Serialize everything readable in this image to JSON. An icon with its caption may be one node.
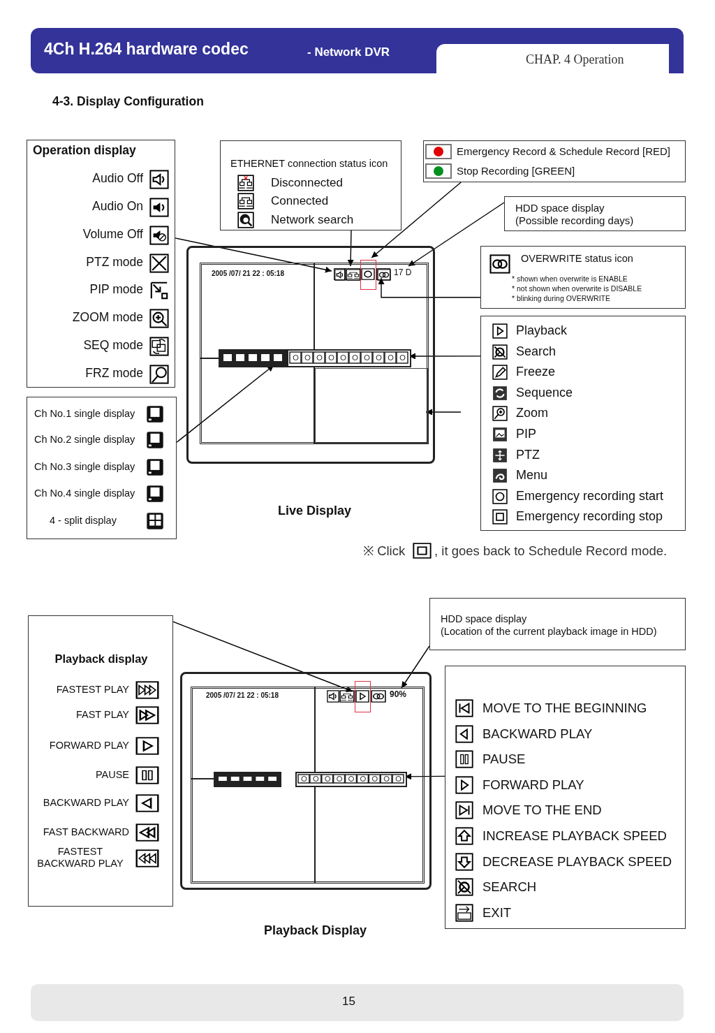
{
  "diagram": {
    "title": "4Ch H.264 hardware codec",
    "nodes": [
      {
        "text": [
          "Operation display",
          "Audio Off",
          "Audio On",
          "Volume Off",
          "PTZ mode",
          "PIP mode",
          "ZOOM mode",
          "SEQ mode",
          "FRZ mode"
        ]
      },
      {
        "text": [
          "Ch No.1 single display",
          "Ch No.2 single display",
          "Ch No.3 single display",
          "Ch No.4 single display",
          "4 - split display"
        ]
      },
      {
        "text": [
          "ETHERNET connection status icon",
          "Disconnected",
          "Connected",
          "Network search"
        ]
      },
      {
        "text": [
          "Emergency Record & Schedule Record [RED]",
          "Stop Recording [GREEN]"
        ]
      },
      {
        "text": [
          "HDD space display",
          "(Possible recording days)"
        ]
      },
      {
        "text": [
          "OVERWRITE status icon",
          "* shown when overwrite is ENABLE",
          "* not shown when overwrite is DISABLE",
          "* blinking during OVERWRITE"
        ]
      },
      {
        "text": [
          "Playback",
          "Search",
          "Freeze",
          "Sequence",
          "Zoom",
          "PIP",
          "PTZ",
          "Menu",
          "Emergency recording start",
          "Emergency recording stop"
        ]
      },
      {
        "text": [
          "2005 /07/ 21   22 : 05:18"
        ],
        "beside": [
          "Live Display"
        ]
      },
      {
        "text": [],
        "shape": "box",
        "in": 7
      },
      {
        "text": [],
        "shape": "box",
        "in": 7
      },
      {
        "text": [],
        "shape": "box",
        "in": 7
      },
      {
        "text": [],
        "shape": "box",
        "in": 7
      },
      {
        "text": [],
        "shape": "box",
        "in": 7
      },
      {
        "text": [
          "17 D"
        ],
        "in": 7
      },
      {
        "text": [],
        "shape": "bar",
        "in": 7
      },
      {
        "text": [],
        "shape": "bar",
        "in": 7
      },
      {
        "text": [
          "Playback display",
          "FASTEST PLAY",
          "FAST PLAY",
          "FORWARD PLAY",
          "PAUSE",
          "BACKWARD PLAY",
          "FAST BACKWARD",
          "FASTEST BACKWARD PLAY"
        ]
      },
      {
        "text": [
          "HDD space display",
          "(Location of the current playback image in HDD)"
        ]
      },
      {
        "text": [
          "MOVE TO THE BEGINNING",
          "BACKWARD PLAY",
          "PAUSE",
          "FORWARD PLAY",
          "MOVE TO THE END",
          "INCREASE PLAYBACK SPEED",
          "DECREASE PLAYBACK SPEED",
          "SEARCH",
          "EXIT"
        ]
      },
      {
        "text": [
          "2005 /07/ 21   22 : 05:18"
        ],
        "beside": [
          "Playback Display"
        ]
      },
      {
        "text": [],
        "shape": "box",
        "in": 19
      },
      {
        "text": [
          "90%"
        ],
        "in": 19
      },
      {
        "text": [],
        "shape": "bar",
        "in": 19
      }
    ],
    "edges": [
      {
        "from": 0,
        "to": 9,
        "arrow": "to"
      },
      {
        "from": 2,
        "to": 10,
        "arrow": "to"
      },
      {
        "from": 3,
        "to": 11,
        "arrow": "to"
      },
      {
        "from": 4,
        "to": 13,
        "arrow": "to"
      },
      {
        "from": 5,
        "to": 12,
        "arrow": "to"
      },
      {
        "from": 6,
        "to": 15,
        "arrow": "to"
      },
      {
        "from": null,
        "to": 8,
        "arrow": "to"
      },
      {
        "from": 1,
        "to": 14,
        "arrow": "to"
      },
      {
        "from": 16,
        "to": 20,
        "arrow": "to"
      },
      {
        "from": 17,
        "to": 21,
        "arrow": "to"
      },
      {
        "from": 18,
        "to": 22,
        "arrow": "to"
      }
    ],
    "labels": [
      "- Network DVR",
      "CHAP. 4 Operation",
      "4-3. Display Configuration",
      "※ Click",
      ", it goes back to Schedule Record mode.",
      "15"
    ]
  }
}
